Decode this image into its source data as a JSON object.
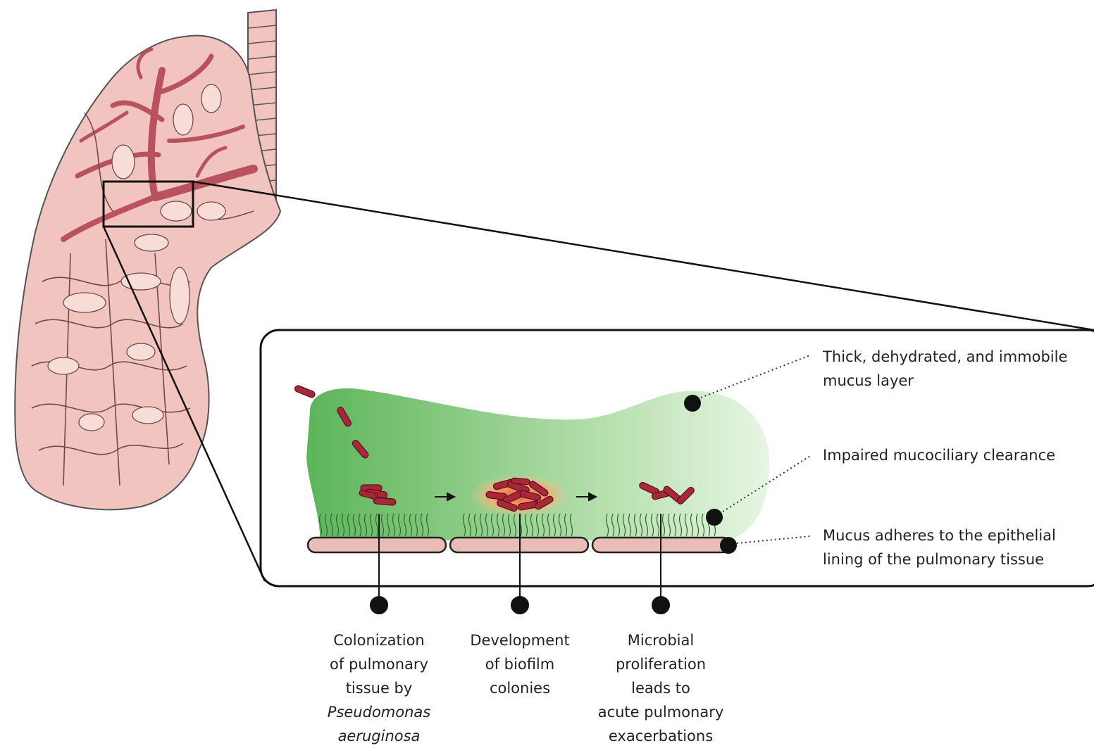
{
  "labels": {
    "mucus_layer": [
      "Thick, dehydrated, and immobile",
      "mucus layer"
    ],
    "clearance": "Impaired mucociliary clearance",
    "adhesion": [
      "Mucus adheres to the epithelial",
      "lining of the pulmonary tissue"
    ]
  },
  "stages": [
    {
      "lines": [
        "Colonization",
        "of pulmonary",
        "tissue by"
      ],
      "italic_lines": [
        "Pseudomonas",
        "aeruginosa"
      ]
    },
    {
      "lines": [
        "Development",
        "of biofilm",
        "colonies"
      ],
      "italic_lines": []
    },
    {
      "lines": [
        "Microbial",
        "proliferation",
        "leads to",
        "acute pulmonary",
        "exacerbations"
      ],
      "italic_lines": []
    }
  ],
  "colors": {
    "lung_fill": "#f2c4c0",
    "airway": "#b9515e",
    "mucus_dark": "#5cb55a",
    "mucus_light": "#e4f4e0",
    "bacteria": "#a8283a",
    "biofilm_glow": "#f0a060",
    "epithelium": "#e8bdb6",
    "outline": "#222222"
  }
}
